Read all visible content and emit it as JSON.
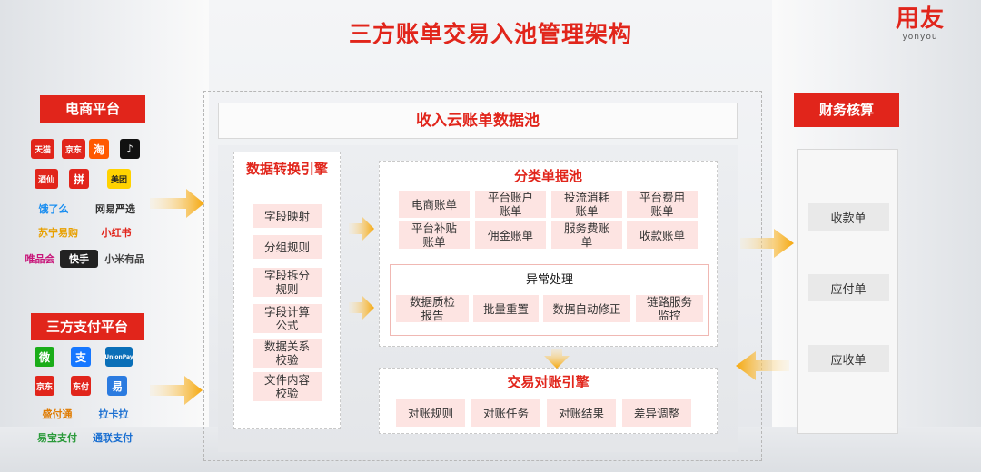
{
  "title": "三方账单交易入池管理架构",
  "logo": {
    "cn": "用友",
    "en": "yonyou"
  },
  "left": {
    "ecommerce_label": "电商平台",
    "payment_label": "三方支付平台",
    "ecommerce_logos": [
      {
        "name": "tmall-logo",
        "text": "天猫",
        "bg": "#e1251b",
        "fg": "#ffffff"
      },
      {
        "name": "jd-logo",
        "text": "京东",
        "bg": "#e1251b",
        "fg": "#ffffff"
      },
      {
        "name": "taobao-logo",
        "text": "淘",
        "bg": "#ff5a00",
        "fg": "#ffffff"
      },
      {
        "name": "douyin-logo",
        "text": "♪",
        "bg": "#111111",
        "fg": "#ffffff"
      },
      {
        "name": "jiuxian-logo",
        "text": "酒仙",
        "bg": "#e1251b",
        "fg": "#ffffff"
      },
      {
        "name": "pinduoduo-logo",
        "text": "拼",
        "bg": "#e1251b",
        "fg": "#ffffff"
      },
      {
        "name": "meituan-logo",
        "text": "美团",
        "bg": "#ffd200",
        "fg": "#222222"
      },
      {
        "name": "eleme-logo",
        "text": "饿了么",
        "bg": "transparent",
        "fg": "#1a8ef0"
      },
      {
        "name": "netease-yanxuan-logo",
        "text": "网易严选",
        "bg": "transparent",
        "fg": "#333333"
      },
      {
        "name": "suning-logo",
        "text": "苏宁易购",
        "bg": "transparent",
        "fg": "#e8a000"
      },
      {
        "name": "xiaohongshu-logo",
        "text": "小红书",
        "bg": "transparent",
        "fg": "#e1251b"
      },
      {
        "name": "vip-logo",
        "text": "唯品会",
        "bg": "transparent",
        "fg": "#c8167a"
      },
      {
        "name": "kuaishou-logo",
        "text": "快手",
        "bg": "#222222",
        "fg": "#ffffff"
      },
      {
        "name": "xiaomi-youpin-logo",
        "text": "小米有品",
        "bg": "transparent",
        "fg": "#444444"
      }
    ],
    "payment_logos": [
      {
        "name": "wechat-pay-logo",
        "text": "微",
        "bg": "#1aad19",
        "fg": "#ffffff"
      },
      {
        "name": "alipay-logo",
        "text": "支",
        "bg": "#1677ff",
        "fg": "#ffffff"
      },
      {
        "name": "unionpay-logo",
        "text": "UnionPay",
        "bg": "#0a6fb8",
        "fg": "#ffffff"
      },
      {
        "name": "jd-pay-logo",
        "text": "京东",
        "bg": "#e1251b",
        "fg": "#ffffff"
      },
      {
        "name": "dongfu-logo",
        "text": "东付",
        "bg": "#e1251b",
        "fg": "#ffffff"
      },
      {
        "name": "yi-logo",
        "text": "易",
        "bg": "#2b7be0",
        "fg": "#ffffff"
      },
      {
        "name": "shengfu-logo",
        "text": "盛付通",
        "bg": "transparent",
        "fg": "#e07b00"
      },
      {
        "name": "lakala-logo",
        "text": "拉卡拉",
        "bg": "transparent",
        "fg": "#1a6fd1"
      },
      {
        "name": "yibao-logo",
        "text": "易宝支付",
        "bg": "transparent",
        "fg": "#2a9a3a"
      },
      {
        "name": "allinpay-logo",
        "text": "通联支付",
        "bg": "transparent",
        "fg": "#1a6fd1"
      }
    ]
  },
  "center": {
    "pool_title": "收入云账单数据池",
    "engine": {
      "title": "数据转换引擎",
      "items": [
        "字段映射",
        "分组规则",
        "字段拆分\n规则",
        "字段计算\n公式",
        "数据关系\n校验",
        "文件内容\n校验"
      ]
    },
    "bill_pool": {
      "title": "分类单据池",
      "items": [
        "电商账单",
        "平台账户\n账单",
        "投流消耗\n账单",
        "平台费用\n账单",
        "平台补贴\n账单",
        "佣金账单",
        "服务费账\n单",
        "收款账单"
      ]
    },
    "exception": {
      "title": "异常处理",
      "items": [
        "数据质检\n报告",
        "批量重置",
        "数据自动修正",
        "链路服务\n监控"
      ]
    },
    "reconcile": {
      "title": "交易对账引擎",
      "items": [
        "对账规则",
        "对账任务",
        "对账结果",
        "差异调整"
      ]
    }
  },
  "right": {
    "label": "财务核算",
    "items": [
      "收款单",
      "应付单",
      "应收单"
    ]
  },
  "colors": {
    "accent": "#e1251b",
    "pill": "#fde4e2",
    "arrow": "#f7b21f"
  }
}
